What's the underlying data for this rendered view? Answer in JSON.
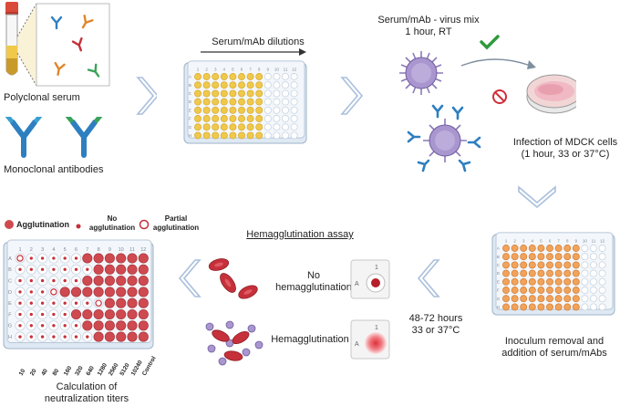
{
  "step1": {
    "polyclonal_label": "Polyclonal serum",
    "monoclonal_label": "Monoclonal antibodies"
  },
  "step2": {
    "dilutions_label": "Serum/mAb dilutions"
  },
  "step3": {
    "mix_label_line1": "Serum/mAb - virus mix",
    "mix_label_line2": "1 hour, RT",
    "infection_line1": "Infection of MDCK cells",
    "infection_line2": "(1 hour, 33 or 37°C)"
  },
  "step4": {
    "inoculum_line1": "Inoculum removal and",
    "inoculum_line2": "addition of serum/mAbs",
    "incubation_line1": "48-72 hours",
    "incubation_line2": "33 or 37°C"
  },
  "step5": {
    "assay_title": "Hemagglutination assay",
    "no_ha_line1": "No",
    "no_ha_line2": "hemagglutination",
    "ha_label": "Hemagglutination",
    "well_col": "1",
    "well_row": "A"
  },
  "step6": {
    "legend_agglutination": "Agglutination",
    "legend_no_line1": "No",
    "legend_no_line2": "agglutination",
    "legend_partial_line1": "Partial",
    "legend_partial_line2": "agglutination",
    "result_line1": "Calculation of",
    "result_line2": "neutralization titers",
    "titers": [
      "10",
      "20",
      "40",
      "80",
      "160",
      "320",
      "640",
      "1280",
      "2560",
      "5120",
      "10240",
      "Control"
    ]
  },
  "plate": {
    "columns": [
      "1",
      "2",
      "3",
      "4",
      "5",
      "6",
      "7",
      "8",
      "9",
      "10",
      "11",
      "12"
    ],
    "rows": [
      "A",
      "B",
      "C",
      "D",
      "E",
      "F",
      "G",
      "H"
    ]
  },
  "colors": {
    "arrow": "#a9bfdc",
    "antibody_blue": "#2e7fc0",
    "antibody_orange": "#e0862b",
    "antibody_green": "#3aa35a",
    "serum_yellow": "#f0c84a",
    "plate_orange": "#f2a35a",
    "blood_red": "#c6303a",
    "virus_purple": "#8b7ab8",
    "check_green": "#2f9a3e"
  }
}
